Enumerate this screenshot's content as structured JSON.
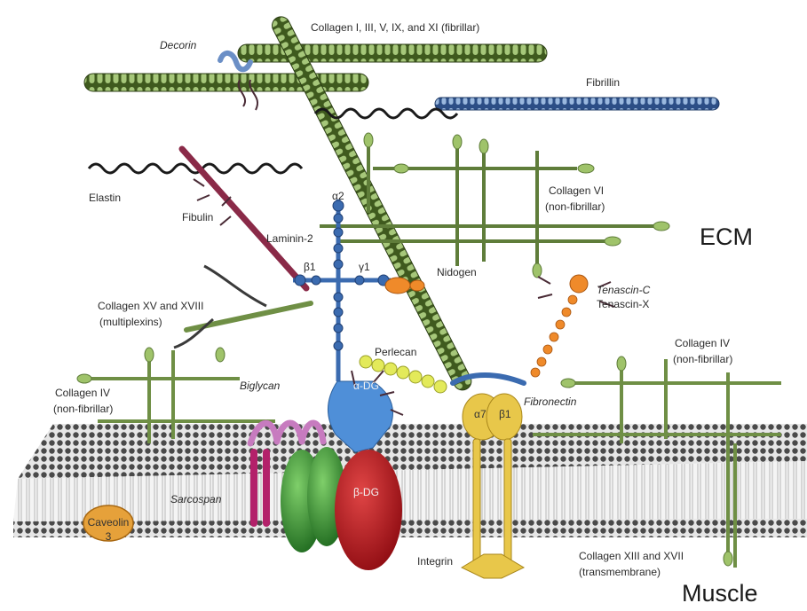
{
  "regions": {
    "ecm": "ECM",
    "muscle": "Muscle"
  },
  "labels": {
    "collagen_fibrillar": "Collagen I, III, V, IX, and XI (fibrillar)",
    "decorin": "Decorin",
    "fibrillin": "Fibrillin",
    "elastin": "Elastin",
    "fibulin": "Fibulin",
    "laminin": "Laminin-2",
    "alpha2": "α2",
    "beta1_lam": "β1",
    "gamma1": "γ1",
    "nidogen": "Nidogen",
    "collagen_vi_1": "Collagen VI",
    "collagen_vi_2": "(non-fibrillar)",
    "tenascin_c": "Tenascin-C",
    "tenascin_x": "Tenascin-X",
    "collagen_xv_1": "Collagen XV and XVIII",
    "collagen_xv_2": "(multiplexins)",
    "perlecan": "Perlecan",
    "biglycan": "Biglycan",
    "alpha_dg": "α-DG",
    "fibronectin": "Fibronectin",
    "alpha7": "α7",
    "beta1_int": "β1",
    "collagen_iv_left_1": "Collagen IV",
    "collagen_iv_left_2": "(non-fibrillar)",
    "collagen_iv_right_1": "Collagen IV",
    "collagen_iv_right_2": "(non-fibrillar)",
    "sarcospan": "Sarcospan",
    "beta_dg": "β-DG",
    "caveolin_1": "Caveolin",
    "caveolin_2": "3",
    "integrin": "Integrin",
    "collagen_xiii_1": "Collagen XIII and XVII",
    "collagen_xiii_2": "(transmembrane)"
  },
  "colors": {
    "collagen_fibrillar": "#3f5a1e",
    "collagen_band": "#a6c77a",
    "fibrillin": "#2c4e86",
    "fibrillin_band": "#9ab8de",
    "fibulin": "#8a2a48",
    "laminin": "#3b6bb0",
    "nidogen_green": "#6f8f45",
    "tenascin": "#e88a2e",
    "perlecan": "#e3ea5a",
    "glycan": "#4a2b36",
    "alpha_dg": "#4f8fd8",
    "beta_dg": "#b8161c",
    "sarcoglycan": "#2f8a2f",
    "biglycan": "#c77bbf",
    "sarcospan": "#b3216a",
    "integrin": "#e8c74a",
    "caveolin": "#e6a13a",
    "membrane_head": "#4a4a4a",
    "membrane_tail": "#bdbdbd"
  }
}
